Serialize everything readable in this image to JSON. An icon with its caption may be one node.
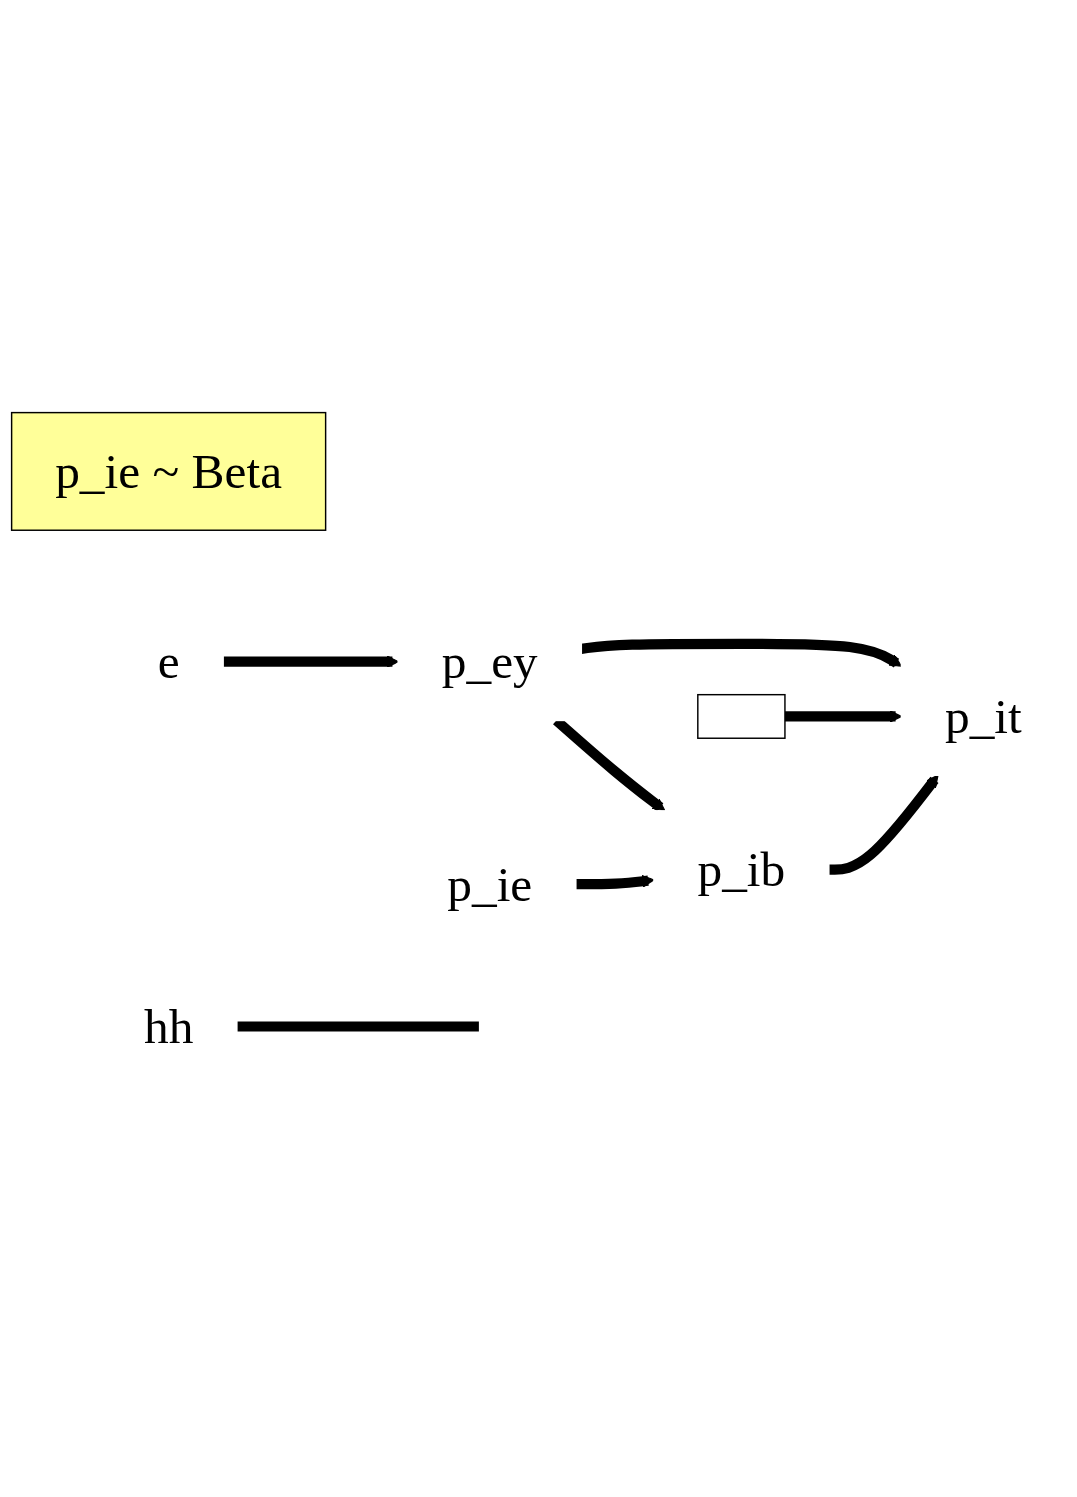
{
  "diagram": {
    "nodes": [
      {
        "text": [
          "p_it"
        ]
      },
      {
        "text": [],
        "shape": "box"
      },
      {
        "text": [
          "p_ie ~ Beta"
        ]
      },
      {
        "text": [
          "p_ey"
        ]
      },
      {
        "text": [
          "p_ib"
        ]
      },
      {
        "text": [
          "p_ie"
        ]
      },
      {
        "text": [
          "e"
        ]
      },
      {
        "text": [
          "hh"
        ]
      }
    ],
    "edges": [
      {
        "from": 3,
        "to": 0,
        "arrow": "to"
      },
      {
        "from": 1,
        "to": 0,
        "arrow": "to"
      },
      {
        "from": 4,
        "to": 0,
        "arrow": "to"
      },
      {
        "from": 3,
        "to": 4,
        "arrow": "to"
      },
      {
        "from": 5,
        "to": 4,
        "arrow": "to"
      },
      {
        "from": 6,
        "to": 3,
        "arrow": "to"
      },
      {
        "from": 7,
        "to": null,
        "arrow": "none"
      }
    ]
  }
}
